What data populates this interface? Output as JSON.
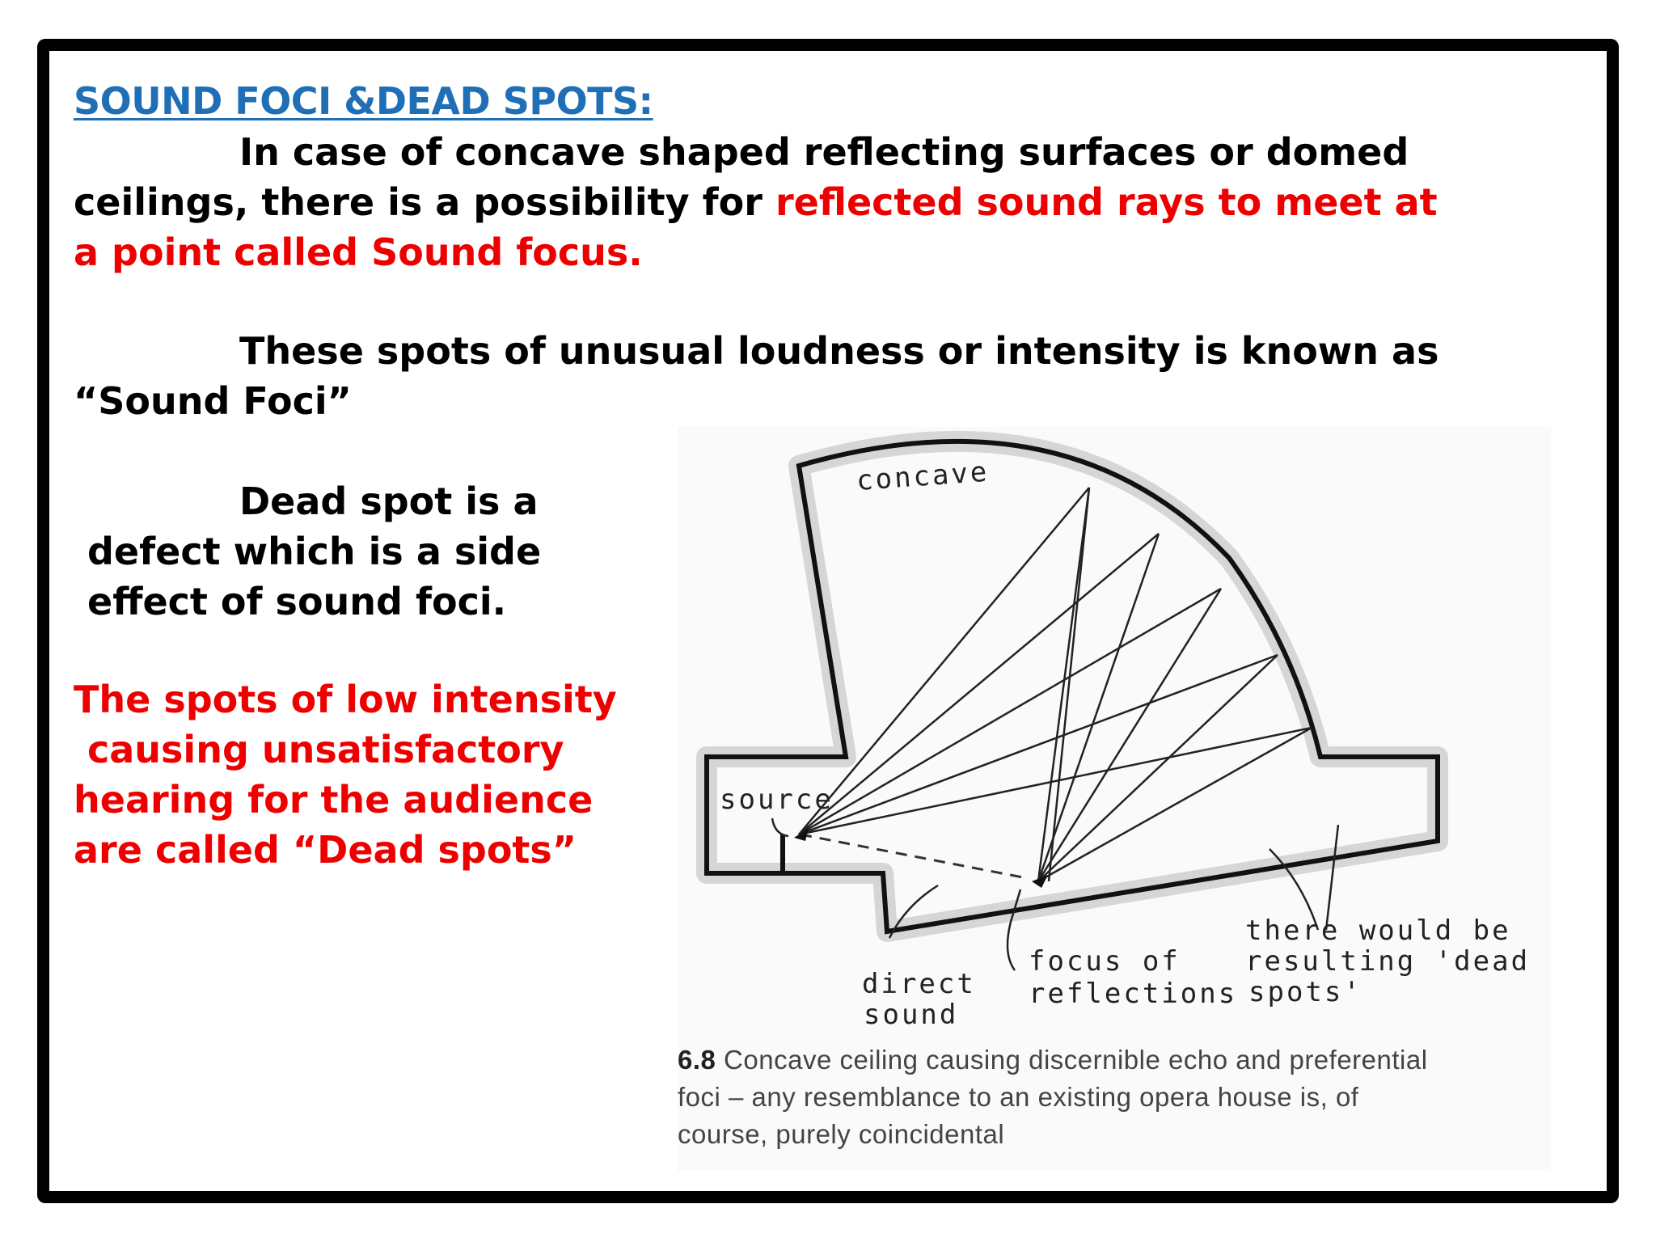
{
  "slide": {
    "title": "SOUND FOCI &DEAD SPOTS:",
    "para1": {
      "line1": "In case of concave shaped reflecting surfaces or domed",
      "line2_black": "ceilings, there is a possibility for ",
      "line2_red": "reflected sound rays to meet at",
      "line3_red": "a point called Sound focus."
    },
    "para2": {
      "line1": "These spots of unusual loudness or intensity is known as",
      "line2": "“Sound Foci”"
    },
    "para3": {
      "line1": "Dead spot is a",
      "line2": "defect which is a side",
      "line3": "effect of sound foci."
    },
    "para4": {
      "line1": "The spots of low intensity",
      "line2": "causing unsatisfactory",
      "line3": "hearing for the audience",
      "line4": "are called “Dead spots”"
    },
    "colors": {
      "title": "#1f6fb6",
      "highlight": "#ee0000",
      "text": "#000000"
    }
  },
  "figure": {
    "labels": {
      "concave": "concave",
      "source": "source",
      "direct1": "direct",
      "direct2": "sound",
      "focus1": "focus of",
      "focus2": "reflections",
      "dead1": "there would be",
      "dead2": "resulting 'dead",
      "dead3": "spots'"
    },
    "caption": {
      "number": "6.8",
      "line1": "Concave ceiling causing discernible echo and preferential",
      "line2": "foci – any resemblance to an existing opera house is, of",
      "line3": "course, purely coincidental"
    }
  }
}
